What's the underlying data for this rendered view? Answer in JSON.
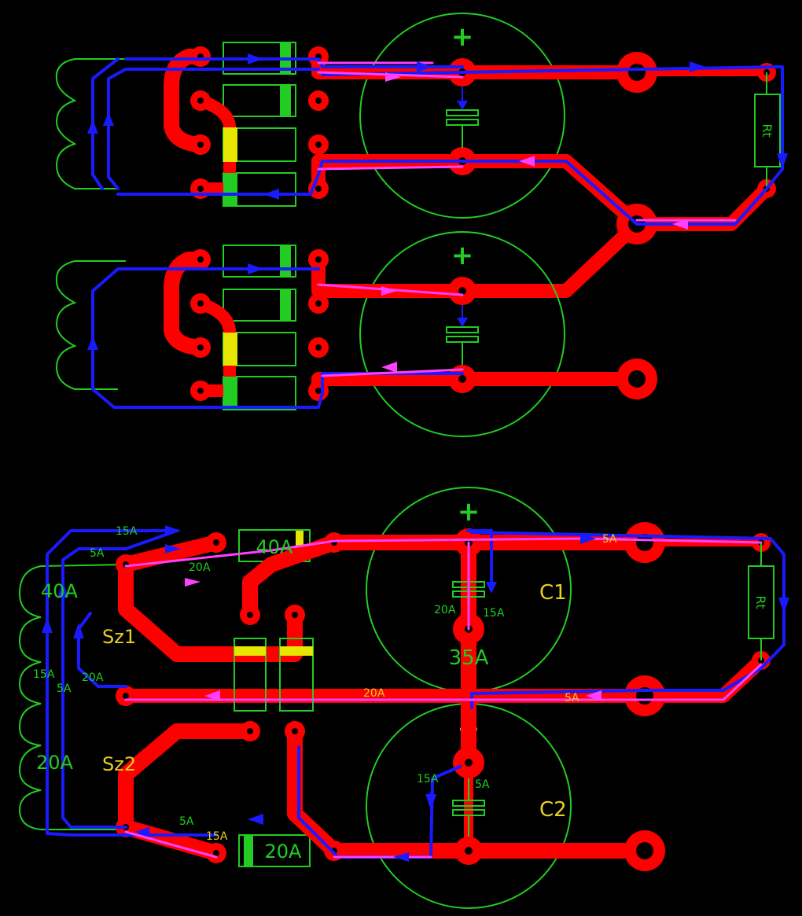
{
  "colors": {
    "background": "#000000",
    "copper_track": "#ff0000",
    "current_path_blue": "#1a1aff",
    "current_path_magenta": "#ff40ff",
    "silkscreen_green": "#22cc22",
    "label_yellow": "#e6d020"
  },
  "top_section": {
    "capacitor_upper_polarity": "+",
    "capacitor_lower_polarity": "+",
    "resistor_label": "Rt"
  },
  "bottom_section": {
    "c1_label": "C1",
    "c2_label": "C2",
    "c1_polarity": "+",
    "c2_polarity": "+",
    "rect1_label": "Sz1",
    "rect2_label": "Sz2",
    "resistor_label": "Rt",
    "diode_top_rating": "40A",
    "diode_bottom_rating": "20A",
    "node_current": "35A",
    "currents": {
      "top_15a": "15A",
      "top_5a": "5A",
      "top_20a": "20A",
      "right_top_5a": "5A",
      "coil_40a": "40A",
      "left_15a": "15A",
      "left_5a": "5A",
      "inner_20a": "20A",
      "c1_in_20a": "20A",
      "c1_out_15a": "15A",
      "mid_20a": "20A",
      "return_5a": "5A",
      "coil_20a": "20A",
      "c2_15a": "15A",
      "c2_5a": "5A",
      "bottom_5a": "5A",
      "bottom_15a": "15A"
    }
  }
}
